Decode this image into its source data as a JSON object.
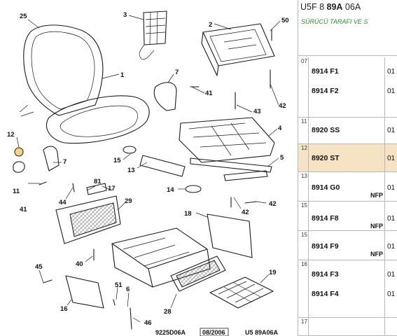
{
  "header": {
    "code_prefix": "U5F 8 ",
    "code_bold": "89A",
    "code_suffix": " 06A"
  },
  "subtitle": "SÜRÜCÜ TARAFI VE S",
  "rows": [
    {
      "group": "07",
      "refs": [
        "8914 F1",
        "8914 F2"
      ],
      "qty": [
        "01",
        "01"
      ],
      "nfp": "",
      "selected": false
    },
    {
      "group": "11",
      "refs": [
        "8920 SS"
      ],
      "qty": [
        "01"
      ],
      "nfp": "",
      "selected": false
    },
    {
      "group": "12",
      "refs": [
        "8920 ST"
      ],
      "qty": [
        "01"
      ],
      "nfp": "",
      "selected": true
    },
    {
      "group": "13",
      "refs": [
        "8914 G0"
      ],
      "qty": [
        "01"
      ],
      "nfp": "NFP",
      "selected": false
    },
    {
      "group": "15",
      "refs": [
        "8914 F8"
      ],
      "qty": [
        "01"
      ],
      "nfp": "NFP",
      "selected": false
    },
    {
      "group": "15",
      "refs": [
        "8914 F9"
      ],
      "qty": [
        "01"
      ],
      "nfp": "NFP",
      "selected": false
    },
    {
      "group": "16",
      "refs": [
        "8914 F3",
        "8914 F4"
      ],
      "qty": [
        "01",
        "01"
      ],
      "nfp": "",
      "selected": false
    },
    {
      "group": "17",
      "refs": [],
      "qty": [],
      "nfp": "",
      "selected": false
    }
  ],
  "callouts": {
    "c1": "1",
    "c2": "2",
    "c3": "3",
    "c4": "4",
    "c5": "5",
    "c6": "6",
    "c7": "7",
    "c7b": "7",
    "c11": "11",
    "c12": "12",
    "c13": "13",
    "c14": "14",
    "c15": "15",
    "c16": "16",
    "c17": "17",
    "c18": "18",
    "c19": "19",
    "c25": "25",
    "c28": "28",
    "c29": "29",
    "c40": "40",
    "c41a": "41",
    "c41b": "41",
    "c42a": "42",
    "c42b": "42",
    "c42c": "42",
    "c43": "43",
    "c44": "44",
    "c45": "45",
    "c46": "46",
    "c50": "50",
    "c51": "51",
    "c81": "81"
  },
  "footer": {
    "left": "9225D06A",
    "mid": "08/2006",
    "right": "U5 89A06A"
  },
  "colors": {
    "highlight_row": "#f6e3c4",
    "subtitle_green": "#2e8b2e",
    "callout_highlight": "#f5d28c"
  }
}
